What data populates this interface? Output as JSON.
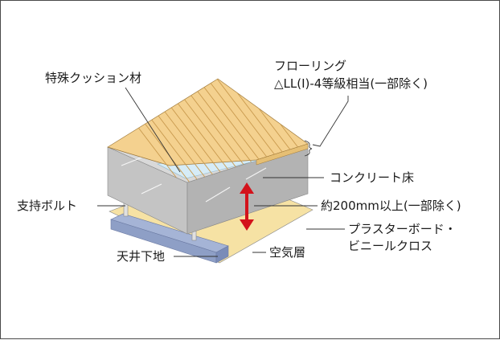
{
  "labels": {
    "cushion": "特殊クッション材",
    "flooring_line1": "フローリング",
    "flooring_line2": "△LL(I)-4等級相当(一部除く)",
    "concrete": "コンクリート床",
    "support_bolt": "支持ボルト",
    "gap": "約200mm以上(一部除く)",
    "plaster_line1": "プラスターボード・",
    "plaster_line2": "ビニールクロス",
    "air_layer": "空気層",
    "ceiling_base": "天井下地"
  },
  "colors": {
    "flooring": "#f4d18f",
    "flooring_grain": "#c99a4e",
    "cushion": "#d6ecf7",
    "concrete_top": "#cfcfcf",
    "concrete_side": "#b9b9b9",
    "plaster": "#f6e2a4",
    "joist": "#8e9fc6",
    "arrow": "#d3121b"
  }
}
